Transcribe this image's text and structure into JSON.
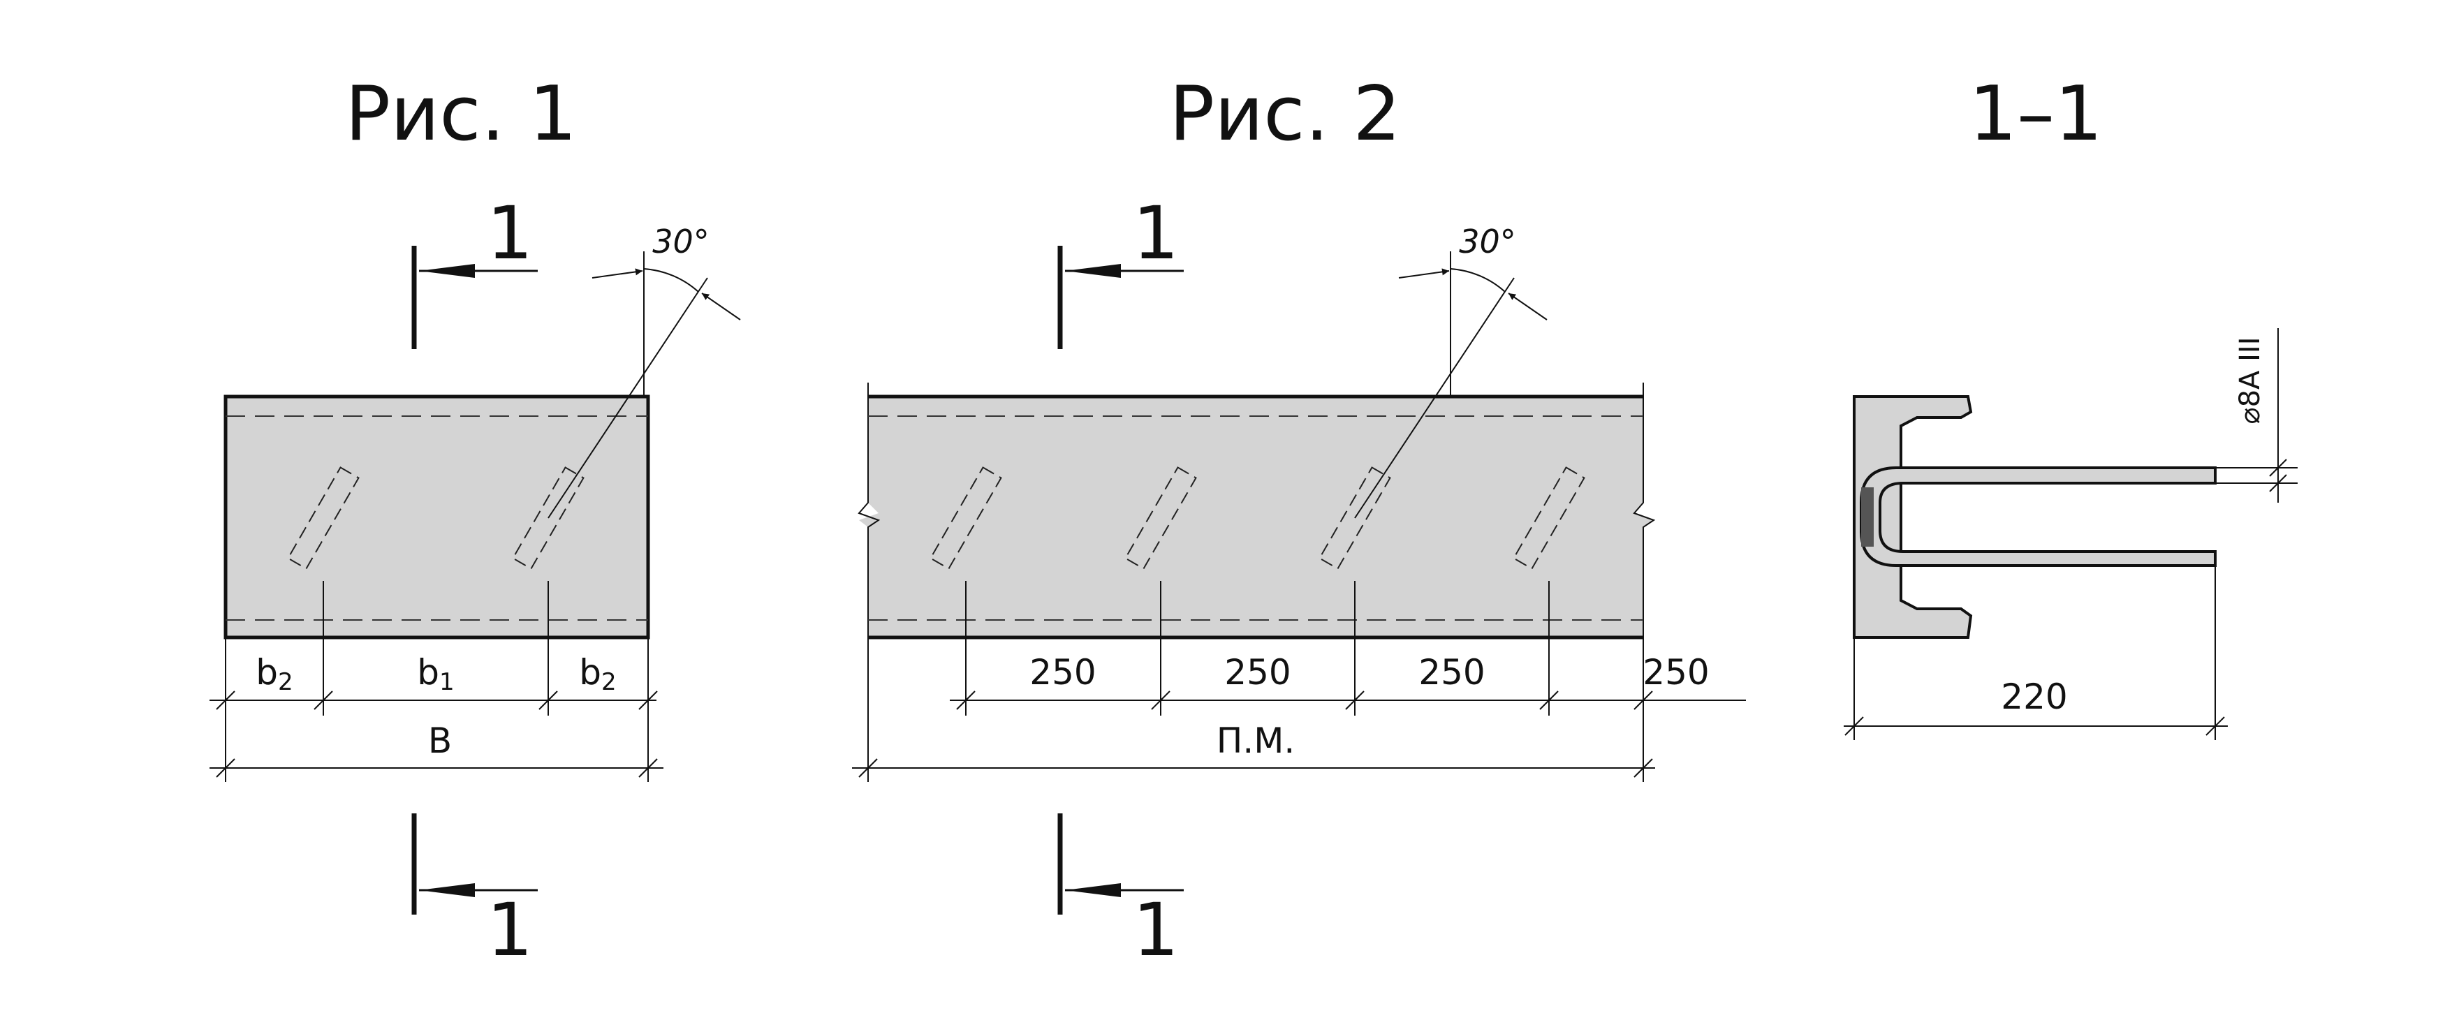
{
  "titles": {
    "fig1": "Рис. 1",
    "fig2": "Рис. 2",
    "section": "1–1"
  },
  "cut_label": "1",
  "angle": "30°",
  "fig1": {
    "dim_b2_left": "b",
    "dim_b2_left_sub": "2",
    "dim_b1": "b",
    "dim_b1_sub": "1",
    "dim_b2_right": "b",
    "dim_b2_right_sub": "2",
    "dim_total": "B"
  },
  "fig2": {
    "spacing": [
      "250",
      "250",
      "250",
      "250"
    ],
    "dim_total": "П.М."
  },
  "section": {
    "rebar": "⌀8А III",
    "width": "220"
  },
  "colors": {
    "concrete_fill": "#d4d4d4",
    "line": "#111111"
  }
}
